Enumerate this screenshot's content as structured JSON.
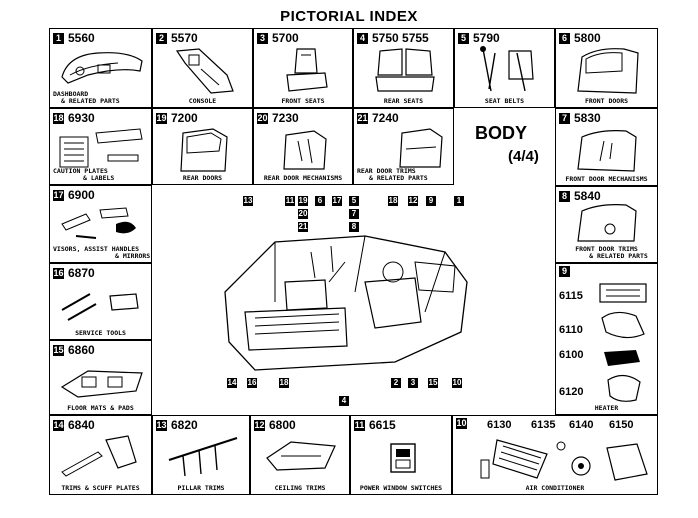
{
  "title": "PICTORIAL INDEX",
  "section_title": "BODY",
  "section_part": "(4/4)",
  "top_row": [
    {
      "num": "1",
      "code": "5560",
      "caption_lines": [
        "DASHBOARD",
        "& RELATED PARTS"
      ]
    },
    {
      "num": "2",
      "code": "5570",
      "caption_lines": [
        "CONSOLE"
      ]
    },
    {
      "num": "3",
      "code": "5700",
      "caption_lines": [
        "FRONT SEATS"
      ]
    },
    {
      "num": "4",
      "code": "5750  5755",
      "caption_lines": [
        "REAR SEATS"
      ]
    },
    {
      "num": "5",
      "code": "5790",
      "caption_lines": [
        "SEAT BELTS"
      ]
    },
    {
      "num": "6",
      "code": "5800",
      "caption_lines": [
        "FRONT DOORS"
      ]
    }
  ],
  "second_row": [
    {
      "num": "18",
      "code": "6930",
      "caption_lines": [
        "CAUTION PLATES",
        "& LABELS"
      ]
    },
    {
      "num": "19",
      "code": "7200",
      "caption_lines": [
        "REAR DOORS"
      ]
    },
    {
      "num": "20",
      "code": "7230",
      "caption_lines": [
        "REAR DOOR MECHANISMS"
      ]
    },
    {
      "num": "21",
      "code": "7240",
      "caption_lines": [
        "REAR DOOR TRIMS",
        "& RELATED PARTS"
      ]
    }
  ],
  "right_col": [
    {
      "num": "7",
      "code": "5830",
      "caption_lines": [
        "FRONT DOOR MECHANISMS"
      ]
    },
    {
      "num": "8",
      "code": "5840",
      "caption_lines": [
        "FRONT DOOR TRIMS",
        "& RELATED PARTS"
      ]
    },
    {
      "num": "9",
      "code": "",
      "caption_lines": [
        "HEATER"
      ],
      "sub_codes": [
        "6115",
        "6110",
        "6100",
        "6120"
      ]
    }
  ],
  "left_col": [
    {
      "num": "17",
      "code": "6900",
      "caption_lines": [
        "VISORS, ASSIST HANDLES",
        "& MIRRORS"
      ]
    },
    {
      "num": "16",
      "code": "6870",
      "caption_lines": [
        "SERVICE TOOLS"
      ]
    },
    {
      "num": "15",
      "code": "6860",
      "caption_lines": [
        "FLOOR MATS & PADS"
      ]
    }
  ],
  "bottom_row": [
    {
      "num": "14",
      "code": "6840",
      "caption_lines": [
        "TRIMS & SCUFF PLATES"
      ]
    },
    {
      "num": "13",
      "code": "6820",
      "caption_lines": [
        "PILLAR TRIMS"
      ]
    },
    {
      "num": "12",
      "code": "6800",
      "caption_lines": [
        "CEILING TRIMS"
      ]
    },
    {
      "num": "11",
      "code": "6615",
      "caption_lines": [
        "POWER WINDOW SWITCHES"
      ]
    },
    {
      "num": "10",
      "code": "",
      "caption_lines": [
        "AIR CONDITIONER"
      ],
      "sub_codes": [
        "6130",
        "6135",
        "6140",
        "6150"
      ]
    }
  ],
  "callouts_top": [
    "13",
    "11",
    "19",
    "6",
    "17",
    "5",
    "7",
    "8",
    "18",
    "12",
    "9",
    "1",
    "20",
    "21"
  ],
  "callouts_bottom": [
    "14",
    "16",
    "18",
    "4",
    "2",
    "3",
    "15",
    "10"
  ]
}
